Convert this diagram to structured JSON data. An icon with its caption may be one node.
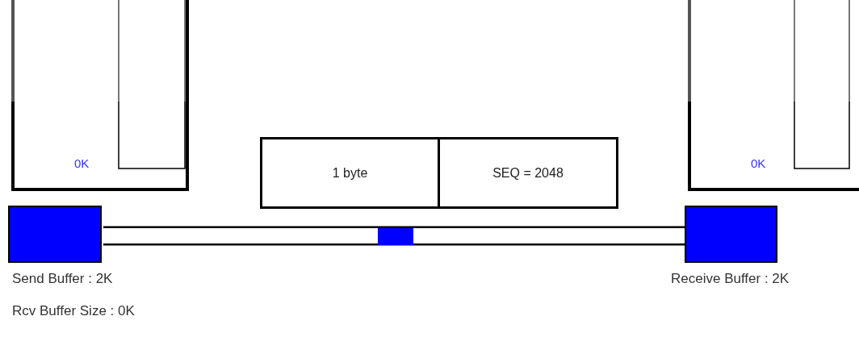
{
  "diagram": {
    "nodes": [
      {
        "text": [
          "0K"
        ]
      },
      {
        "text": [
          "0K"
        ]
      },
      {
        "text": [],
        "shape": "box",
        "beside": [
          "Send Buffer : 2K",
          "Rcv Buffer Size : 0K"
        ]
      },
      {
        "text": [],
        "shape": "box",
        "beside": [
          "Receive Buffer : 2K"
        ]
      },
      {
        "text": [
          "1 byte"
        ]
      },
      {
        "text": [
          "SEQ = 2048"
        ]
      }
    ],
    "edges": [
      {
        "from": 2,
        "to": 3,
        "arrow": "none"
      }
    ]
  }
}
